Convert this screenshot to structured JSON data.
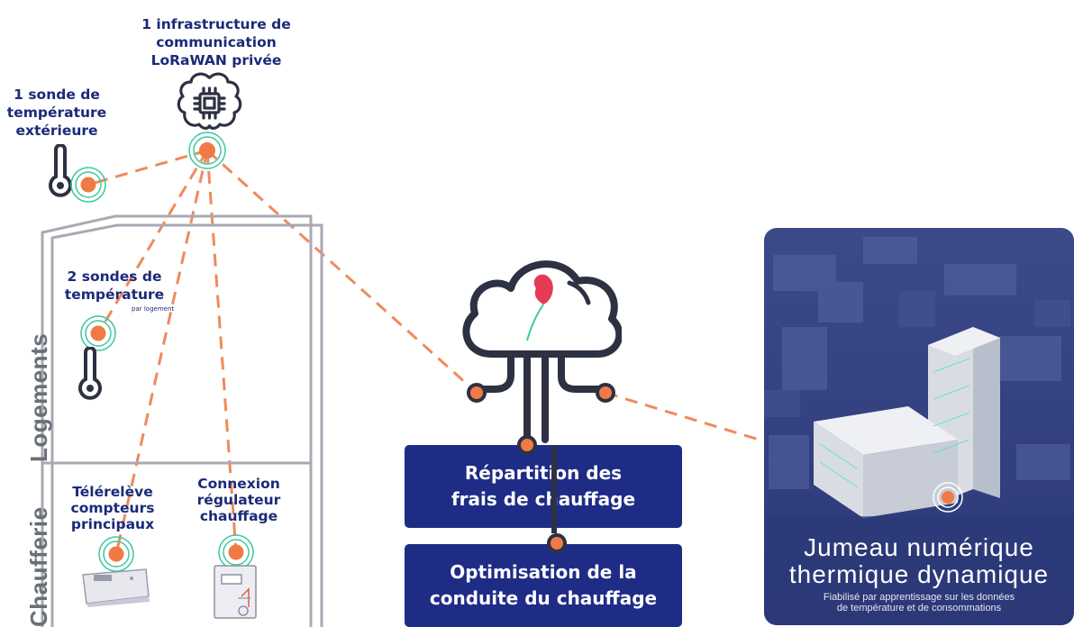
{
  "nodes": {
    "infrastructure": "1 infrastructure de\ncommunication\nLoRaWAN privée",
    "outdoor_sensor": "1 sonde de\ntempérature\nextérieure",
    "indoor_sensors": "2 sondes de\ntempérature",
    "indoor_sensors_note": "par logement",
    "meters": "Télérelève\ncompteurs\nprincipaux",
    "regulator": "Connexion\nrégulateur\nchauffage"
  },
  "zones": {
    "housing": "Logements",
    "boiler_room": "Chaufferie"
  },
  "outputs": {
    "billing": "Répartition des\nfrais de chauffage",
    "optimization": "Optimisation de la\nconduite du chauffage"
  },
  "digital_twin": {
    "title": "Jumeau numérique\nthermique dynamique",
    "subtitle": "Fiabilisé par apprentissage sur les données\nde température et de consommations"
  },
  "colors": {
    "navy": "#1b2a78",
    "box": "#1e2c86",
    "link": "#f08a5d",
    "node": "#f07a45",
    "ring": "#3cc8a0",
    "outline": "#2e3142"
  }
}
